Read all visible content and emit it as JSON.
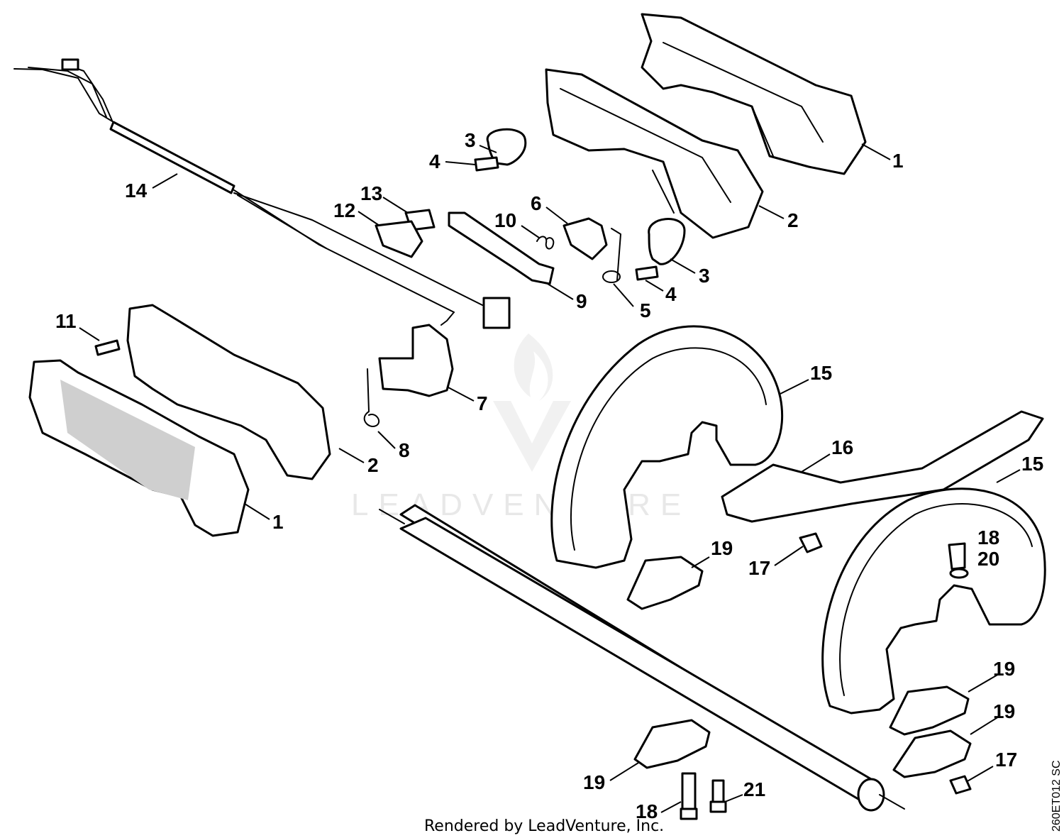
{
  "diagram": {
    "callouts": [
      {
        "id": "c1a",
        "label": "1"
      },
      {
        "id": "c2a",
        "label": "2"
      },
      {
        "id": "c3a",
        "label": "3"
      },
      {
        "id": "c4a",
        "label": "4"
      },
      {
        "id": "c14",
        "label": "14"
      },
      {
        "id": "c13",
        "label": "13"
      },
      {
        "id": "c12",
        "label": "12"
      },
      {
        "id": "c6",
        "label": "6"
      },
      {
        "id": "c10",
        "label": "10"
      },
      {
        "id": "c3b",
        "label": "3"
      },
      {
        "id": "c4b",
        "label": "4"
      },
      {
        "id": "c5",
        "label": "5"
      },
      {
        "id": "c9",
        "label": "9"
      },
      {
        "id": "c11",
        "label": "11"
      },
      {
        "id": "c7",
        "label": "7"
      },
      {
        "id": "c8",
        "label": "8"
      },
      {
        "id": "c2b",
        "label": "2"
      },
      {
        "id": "c1b",
        "label": "1"
      },
      {
        "id": "c15a",
        "label": "15"
      },
      {
        "id": "c16",
        "label": "16"
      },
      {
        "id": "c15b",
        "label": "15"
      },
      {
        "id": "c18a",
        "label": "18"
      },
      {
        "id": "c20",
        "label": "20"
      },
      {
        "id": "c17a",
        "label": "17"
      },
      {
        "id": "c19a",
        "label": "19"
      },
      {
        "id": "c19b",
        "label": "19"
      },
      {
        "id": "c19c",
        "label": "19"
      },
      {
        "id": "c17b",
        "label": "17"
      },
      {
        "id": "c19d",
        "label": "19"
      },
      {
        "id": "c18b",
        "label": "18"
      },
      {
        "id": "c21",
        "label": "21"
      }
    ],
    "watermark": "LEADVENTURE",
    "footer": "Rendered by LeadVenture, Inc.",
    "drawing_code": "260ET012 SC"
  }
}
